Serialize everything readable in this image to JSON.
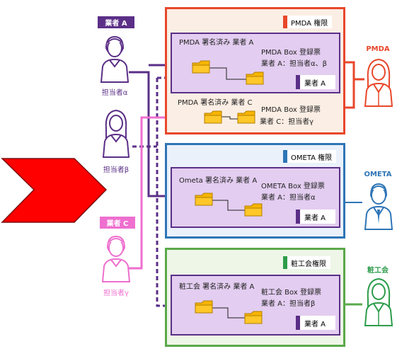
{
  "vendors": {
    "vendor_a": "業者 A",
    "vendor_c": "業者 C"
  },
  "people": {
    "alpha": "担当者α",
    "beta": "担当者β",
    "gamma": "担当者γ"
  },
  "orgs": {
    "pmda": "PMDA",
    "ometa": "OMETA",
    "chuko": "粧工会"
  },
  "pmda_box": {
    "permission": "PMDA 権限",
    "folder_a": "PMDA 署名済み 業者 A",
    "registry_a_title": "PMDA Box 登録票",
    "registry_a_person": "業者 A：担当者α、β",
    "vendor_tag": "業者 A",
    "folder_c": "PMDA 署名済み 業者 C",
    "registry_c_title": "PMDA Box 登録票",
    "registry_c_person": "業者 C：担当者γ"
  },
  "ometa_box": {
    "permission": "OMETA 権限",
    "folder_a": "Ometa 署名済み 業者 A",
    "registry_title": "OMETA Box 登録票",
    "registry_person": "業者 A：担当者α",
    "vendor_tag": "業者 A"
  },
  "chuko_box": {
    "permission": "粧工会権限",
    "folder_a": "粧工会 署名済み 業者 A",
    "registry_title": "粧工会 Box 登録票",
    "registry_person": "業者 A：担当者β",
    "vendor_tag": "業者 A"
  },
  "colors": {
    "purple": "#5b2f87",
    "pink": "#ee6fcf",
    "pmda_red": "#e8472a",
    "ometa_blue": "#2e75b6",
    "chuko_green": "#5aa84a",
    "big_arrow": "#ff0000",
    "folder": "#f7b500"
  }
}
